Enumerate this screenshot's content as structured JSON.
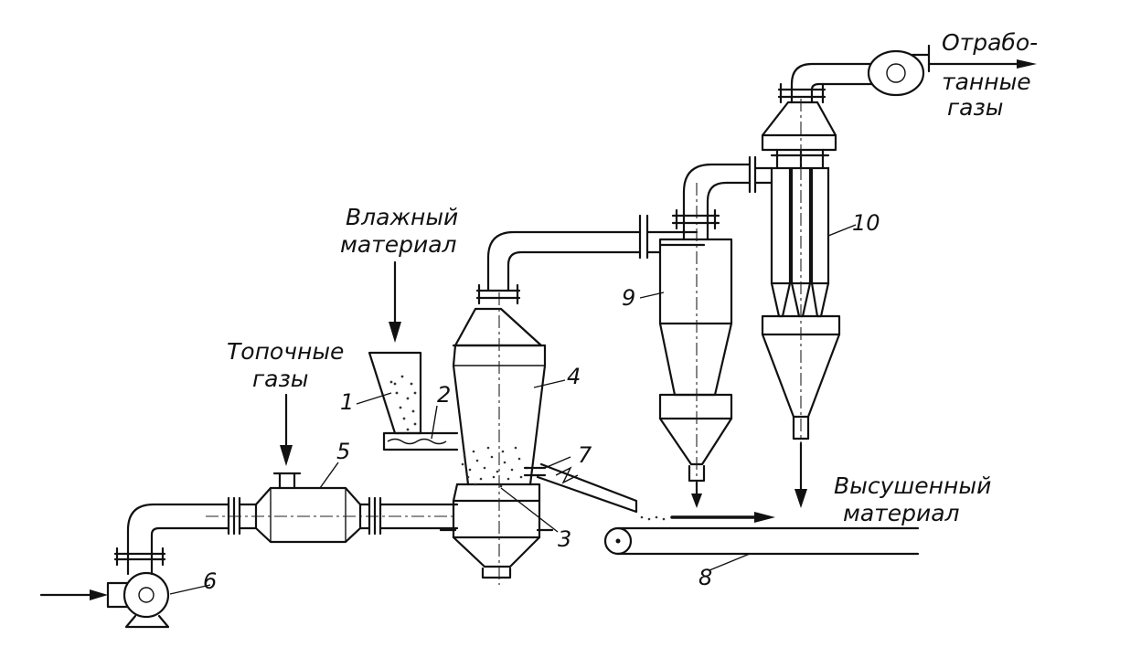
{
  "labels": {
    "wet_material": [
      "Влажный",
      "материал"
    ],
    "furnace_gases": [
      "Топочные",
      "газы"
    ],
    "exhaust_gases": [
      "Отрабо-",
      "танные",
      "газы"
    ],
    "dried_material": [
      "Высушенный",
      "материал"
    ]
  },
  "numbers": {
    "n1": "1",
    "n2": "2",
    "n3": "3",
    "n4": "4",
    "n5": "5",
    "n6": "6",
    "n7": "7",
    "n8": "8",
    "n9": "9",
    "n10": "10"
  }
}
